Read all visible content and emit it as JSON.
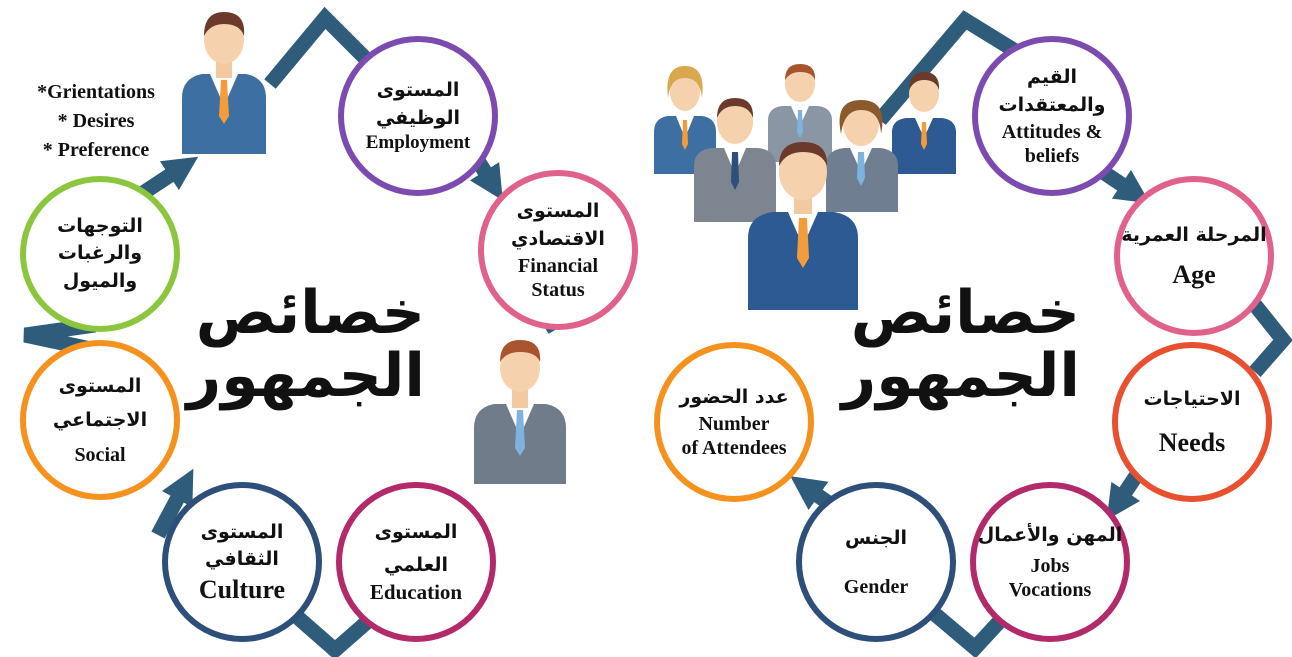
{
  "left_panel": {
    "title_line1": "خصائص",
    "title_line2": "الجمهور",
    "notes": [
      "*Grientations",
      "* Desires",
      "* Preference"
    ],
    "circles": [
      {
        "ar": [
          "المستوى",
          "الوظيفي"
        ],
        "en": [
          "Employment"
        ],
        "color": "#7b4bb0"
      },
      {
        "ar": [
          "المستوى",
          "الاقتصادي"
        ],
        "en": [
          "Financial",
          "Status"
        ],
        "color": "#e0628a"
      },
      {
        "ar": [
          "المستوى",
          "العلمي"
        ],
        "en": [
          "Education"
        ],
        "color": "#b32a6a"
      },
      {
        "ar": [
          "المستوى",
          "الثقافي"
        ],
        "en": [
          "Culture"
        ],
        "color": "#2e4f7a"
      },
      {
        "ar": [
          "المستوى",
          "الاجتماعي"
        ],
        "en": [
          "Social"
        ],
        "color": "#f5921e"
      },
      {
        "ar": [
          "التوجهات",
          "والرغبات",
          "والميول"
        ],
        "en": [],
        "color": "#8cc63f"
      }
    ]
  },
  "right_panel": {
    "title_line1": "خصائص",
    "title_line2": "الجمهور",
    "circles": [
      {
        "ar": [
          "القيم",
          "والمعتقدات"
        ],
        "en": [
          "Attitudes &",
          "beliefs"
        ],
        "color": "#7b4bb0"
      },
      {
        "ar": [
          "المرحلة العمرية"
        ],
        "en": [
          "Age"
        ],
        "color": "#e0628a"
      },
      {
        "ar": [
          "الاحتياجات"
        ],
        "en": [
          "Needs"
        ],
        "color": "#e8502f"
      },
      {
        "ar": [
          "المهن والأعمال"
        ],
        "en": [
          "Jobs",
          "Vocations"
        ],
        "color": "#b32a6a"
      },
      {
        "ar": [
          "الجنس"
        ],
        "en": [
          "Gender"
        ],
        "color": "#2e4f7a"
      },
      {
        "ar": [
          "عدد الحضور"
        ],
        "en": [
          "Number",
          "of Attendees"
        ],
        "color": "#f5921e"
      }
    ]
  },
  "colors": {
    "track": "#2f5c7a",
    "suit_blue": "#3d6fa3",
    "suit_grey": "#7d8590",
    "tie": "#f39c3c"
  },
  "icons": [
    "businessman-icon",
    "people-group-icon",
    "arrow-head-icon"
  ]
}
